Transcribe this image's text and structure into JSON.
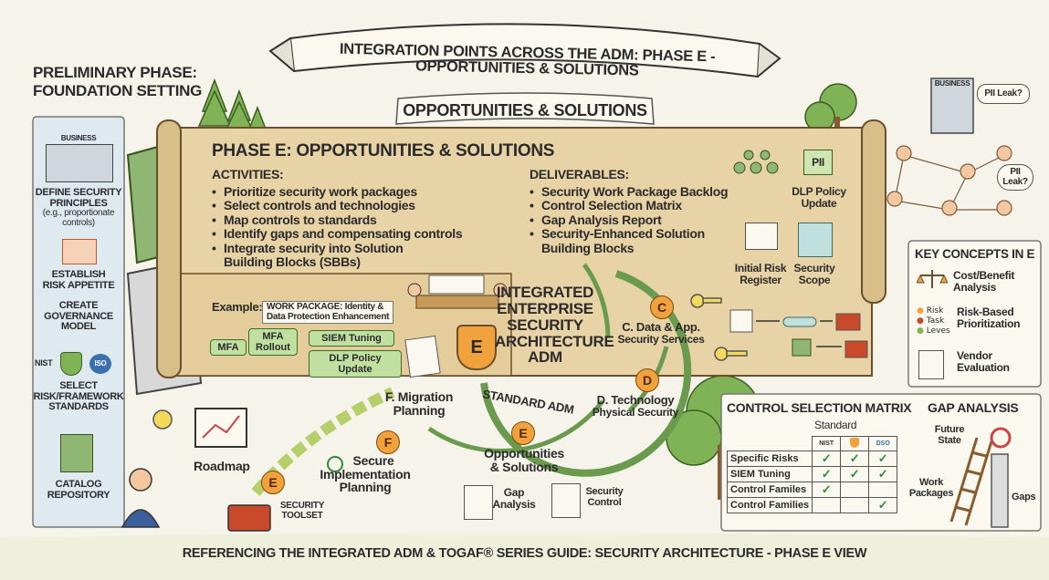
{
  "banner": {
    "title": "INTEGRATION POINTS ACROSS THE ADM: PHASE E - OPPORTUNITIES & SOLUTIONS"
  },
  "subbanner": {
    "title": "OPPORTUNITIES & SOLUTIONS"
  },
  "preliminary": {
    "title_line1": "PRELIMINARY PHASE:",
    "title_line2": "FOUNDATION SETTING",
    "business_label": "BUSINESS",
    "items": [
      {
        "l1": "DEFINE SECURITY",
        "l2": "PRINCIPLES",
        "l3": "(e.g., proportionate",
        "l4": "controls)"
      },
      {
        "l1": "ESTABLISH",
        "l2": "RISK APPETITE"
      },
      {
        "l1": "CREATE",
        "l2": "GOVERNANCE",
        "l3": "MODEL"
      },
      {
        "l1": "SELECT",
        "l2": "RISK/FRAMEWORK",
        "l3": "STANDARDS"
      },
      {
        "l1": "CATALOG",
        "l2": "REPOSITORY"
      }
    ],
    "nist": "NIST",
    "iso": "ISO"
  },
  "scroll": {
    "title": "PHASE E: OPPORTUNITIES & SOLUTIONS",
    "activities_title": "ACTIVITIES:",
    "activities": [
      "Prioritize security work packages",
      "Select controls and technologies",
      "Map controls to standards",
      "Identify gaps and compensating controls",
      "Integrate security into Solution"
    ],
    "activities_tail": "Building Blocks (SBBs)",
    "deliverables_title": "DELIVERABLES:",
    "deliverables": [
      "Security Work Package Backlog",
      "Control Selection Matrix",
      "Gap Analysis Report",
      "Security-Enhanced Solution"
    ],
    "deliverables_tail": "Building Blocks",
    "example_label": "Example:",
    "example_wp_l1": "WORK PACKAGE: Identity &",
    "example_wp_l2": "Data Protection Enhancement",
    "chip_mfa": "MFA",
    "chip_rollout_l1": "MFA",
    "chip_rollout_l2": "Rollout",
    "chip_siem": "SIEM Tuning",
    "chip_dlp": "DLP Policy Update",
    "shield_letter": "E",
    "pii": "PII",
    "dlp_l1": "DLP Policy",
    "dlp_l2": "Update",
    "risk_l1": "Initial Risk",
    "risk_l2": "Register",
    "scope_l1": "Security",
    "scope_l2": "Scope"
  },
  "adm": {
    "center_l1": "INTEGRATED",
    "center_l2": "ENTERPRISE",
    "center_l3": "SECURITY",
    "center_l4": "ARCHITECTURE",
    "center_l5": "ADM",
    "ring": "STANDARD ADM",
    "c_letter": "C",
    "c_l1": "C. Data & App.",
    "c_l2": "Security Services",
    "d_letter": "D",
    "d_l1": "D. Technology",
    "d_l2": "Physical Security",
    "e_letter": "E",
    "e_l1": "Opportunities",
    "e_l2": "& Solutions",
    "f_l1": "F. Migration",
    "f_l2": "Planning"
  },
  "path": {
    "roadmap": "Roadmap",
    "e_letter": "E",
    "f_letter": "F",
    "secure_l1": "Secure",
    "secure_l2": "Implementation",
    "secure_l3": "Planning",
    "toolset_l1": "SECURITY",
    "toolset_l2": "TOOLSET",
    "gap_l1": "Gap",
    "gap_l2": "Analysis",
    "control_l1": "Security",
    "control_l2": "Control"
  },
  "business_right": {
    "label": "BUSINESS",
    "pii1": "PII Leak?",
    "pii2_l1": "PII",
    "pii2_l2": "Leak?"
  },
  "key_concepts": {
    "title": "KEY CONCEPTS IN E",
    "c1_l1": "Cost/Benefit",
    "c1_l2": "Analysis",
    "c2_l1": "Risk-Based",
    "c2_l2": "Prioritization",
    "legend_a": "Risk",
    "legend_b": "Task",
    "legend_c": "Leves",
    "c3_l1": "Vendor",
    "c3_l2": "Evaluation"
  },
  "matrix": {
    "title": "CONTROL SELECTION MATRIX",
    "standard": "Standard",
    "col_nist": "NIST",
    "col_dso": "DSO",
    "rows": [
      {
        "label": "Specific Risks",
        "c1": "✓",
        "c2": "✓",
        "c3": "✓"
      },
      {
        "label": "SIEM Tuning",
        "c1": "✓",
        "c2": "✓",
        "c3": "✓"
      },
      {
        "label": "Control Familes",
        "c1": "✓",
        "c2": "",
        "c3": ""
      },
      {
        "label": "Control Families",
        "c1": "",
        "c2": "",
        "c3": "✓"
      }
    ]
  },
  "gap": {
    "title": "GAP ANALYSIS",
    "future_l1": "Future",
    "future_l2": "State",
    "work_l1": "Work",
    "work_l2": "Packages",
    "gaps": "Gaps"
  },
  "footer": {
    "text": "REFERENCING THE INTEGRATED ADM & TOGAF® SERIES GUIDE: SECURITY ARCHITECTURE - PHASE E VIEW"
  },
  "colors": {
    "scroll": "#e8d3a6",
    "accent_orange": "#f2a23c",
    "green": "#7fb356",
    "ink": "#2b2b2b"
  }
}
